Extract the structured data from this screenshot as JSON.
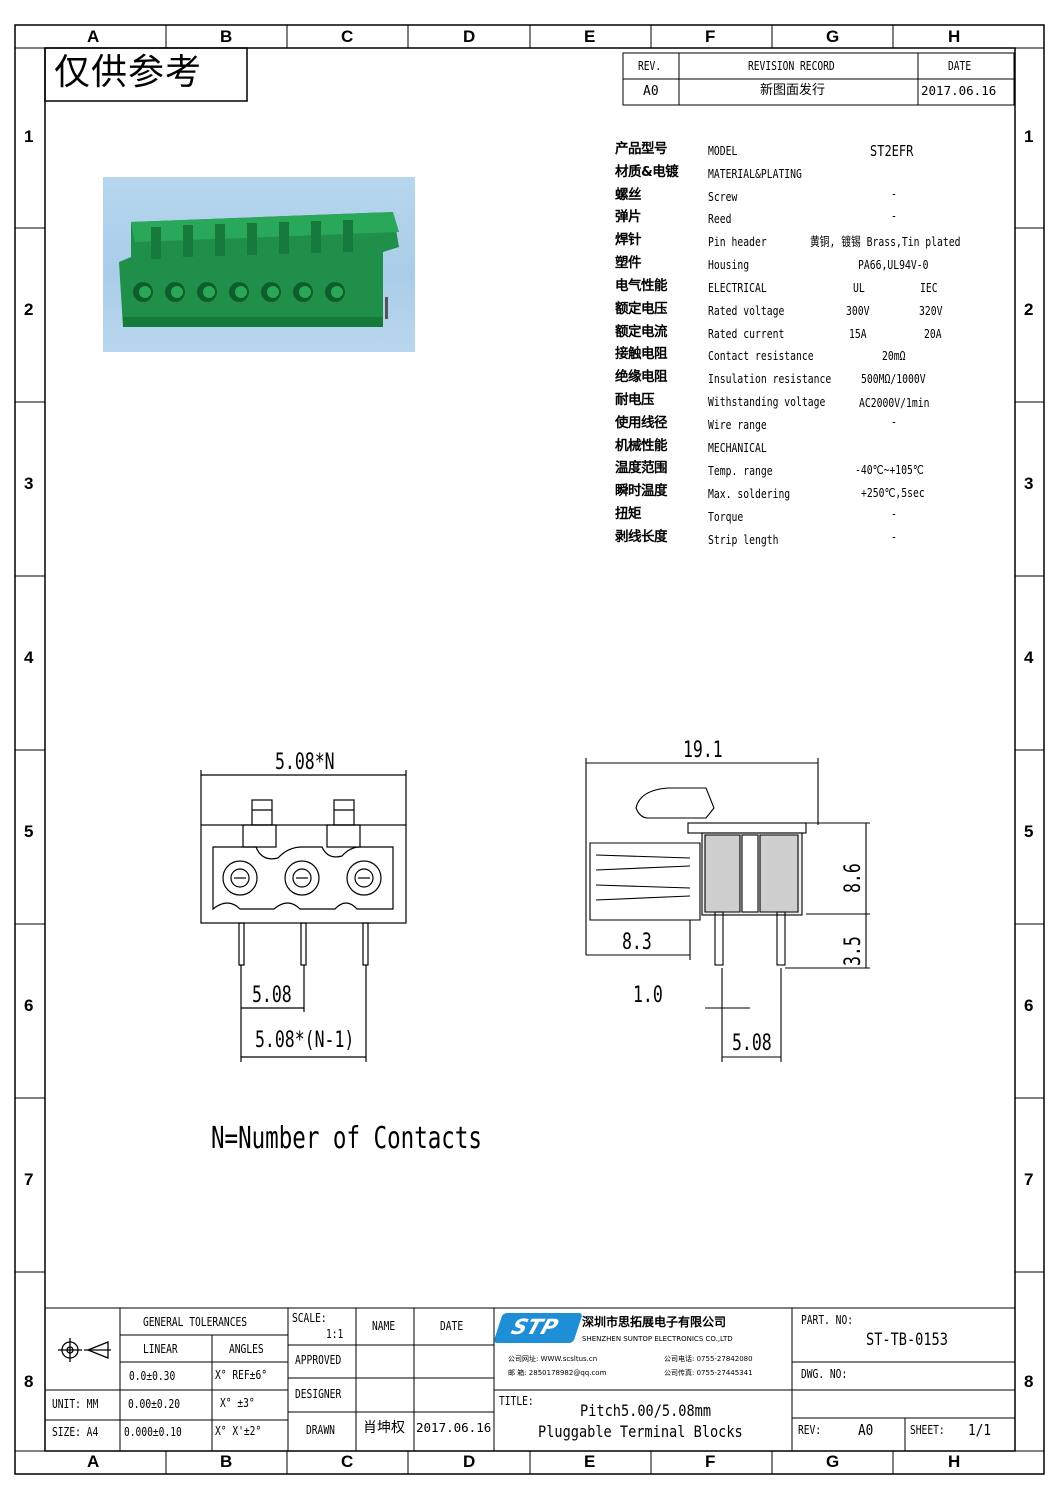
{
  "zones": {
    "columns": [
      "A",
      "B",
      "C",
      "D",
      "E",
      "F",
      "G",
      "H"
    ],
    "rows": [
      "1",
      "2",
      "3",
      "4",
      "5",
      "6",
      "7",
      "8"
    ]
  },
  "watermark": "仅供参考",
  "revision": {
    "header_rev": "REV.",
    "header_record": "REVISION RECORD",
    "header_date": "DATE",
    "rev": "A0",
    "record": "新图面发行",
    "date": "2017.06.16"
  },
  "specs": [
    {
      "cn": "产品型号",
      "en": "MODEL",
      "v1": "ST2EFR",
      "v2": ""
    },
    {
      "cn": "材质&电镀",
      "en": "MATERIAL&PLATING",
      "v1": "",
      "v2": ""
    },
    {
      "cn": "螺丝",
      "en": "Screw",
      "v1": "-",
      "v2": ""
    },
    {
      "cn": "弹片",
      "en": "Reed",
      "v1": "-",
      "v2": ""
    },
    {
      "cn": "焊针",
      "en": "Pin header",
      "v1": "黄铜, 镀锡 Brass,Tin plated",
      "v2": ""
    },
    {
      "cn": "塑件",
      "en": "Housing",
      "v1": "PA66,UL94V-0",
      "v2": ""
    },
    {
      "cn": "电气性能",
      "en": "ELECTRICAL",
      "v1": "UL",
      "v2": "IEC"
    },
    {
      "cn": "额定电压",
      "en": "Rated voltage",
      "v1": "300V",
      "v2": "320V"
    },
    {
      "cn": "额定电流",
      "en": "Rated current",
      "v1": "15A",
      "v2": "20A"
    },
    {
      "cn": "接触电阻",
      "en": "Contact resistance",
      "v1": "20mΩ",
      "v2": ""
    },
    {
      "cn": "绝缘电阻",
      "en": "Insulation resistance",
      "v1": "500MΩ/1000V",
      "v2": ""
    },
    {
      "cn": "耐电压",
      "en": "Withstanding voltage",
      "v1": "AC2000V/1min",
      "v2": ""
    },
    {
      "cn": "使用线径",
      "en": "Wire range",
      "v1": "-",
      "v2": ""
    },
    {
      "cn": "机械性能",
      "en": "MECHANICAL",
      "v1": "",
      "v2": ""
    },
    {
      "cn": "温度范围",
      "en": "Temp. range",
      "v1": "-40℃~+105℃",
      "v2": ""
    },
    {
      "cn": "瞬时温度",
      "en": "Max. soldering",
      "v1": "+250℃,5sec",
      "v2": ""
    },
    {
      "cn": "扭矩",
      "en": "Torque",
      "v1": "-",
      "v2": ""
    },
    {
      "cn": "剥线长度",
      "en": "Strip length",
      "v1": "-",
      "v2": ""
    }
  ],
  "dimensions": {
    "front_width": "5.08*N",
    "pitch": "5.08",
    "pitch_total": "5.08*(N-1)",
    "side_length": "19.1",
    "side_height": "8.6",
    "pin_length": "3.5",
    "side_depth": "8.3",
    "pin_width": "1.0",
    "side_pitch": "5.08"
  },
  "note": "N=Number of Contacts",
  "title_block": {
    "general_tolerances": "GENERAL TOLERANCES",
    "linear": "LINEAR",
    "angles": "ANGLES",
    "tol1_lin": "0.0±0.30",
    "tol1_ang": "X° REF±6°",
    "tol2_lin": "0.00±0.20",
    "tol2_ang": "X° ±3°",
    "tol3_lin": "0.000±0.10",
    "tol3_ang": "X° X'±2°",
    "unit": "UNIT: MM",
    "size": "SIZE: A4",
    "scale_label": "SCALE:",
    "scale_value": "1:1",
    "name": "NAME",
    "date": "DATE",
    "approved": "APPROVED",
    "designer": "DESIGNER",
    "drawn": "DRAWN",
    "drawn_name": "肖坤权",
    "drawn_date": "2017.06.16",
    "logo": "STP",
    "company_cn": "深圳市思拓展电子有限公司",
    "company_en": "SHENZHEN SUNTOP ELECTRONICS CO.,LTD",
    "contact_web": "公司网址: WWW.scsltus.cn",
    "contact_tel": "公司电话: 0755-27842080",
    "contact_mail": "邮    箱: 2850178982@qq.com",
    "contact_fax": "公司传真: 0755-27445341",
    "title_label": "TITLE:",
    "title_line1": "Pitch5.00/5.08mm",
    "title_line2": "Pluggable Terminal Blocks",
    "part_no_label": "PART. NO:",
    "part_no": "ST-TB-0153",
    "dwg_no_label": "DWG. NO:",
    "rev_label": "REV:",
    "rev_value": "A0",
    "sheet_label": "SHEET:",
    "sheet_value": "1/1"
  },
  "colors": {
    "line": "#000000",
    "connector_green": "#1f8f4a",
    "photo_bg": "#aed0ea",
    "logo_blue": "#1e8fd6"
  }
}
